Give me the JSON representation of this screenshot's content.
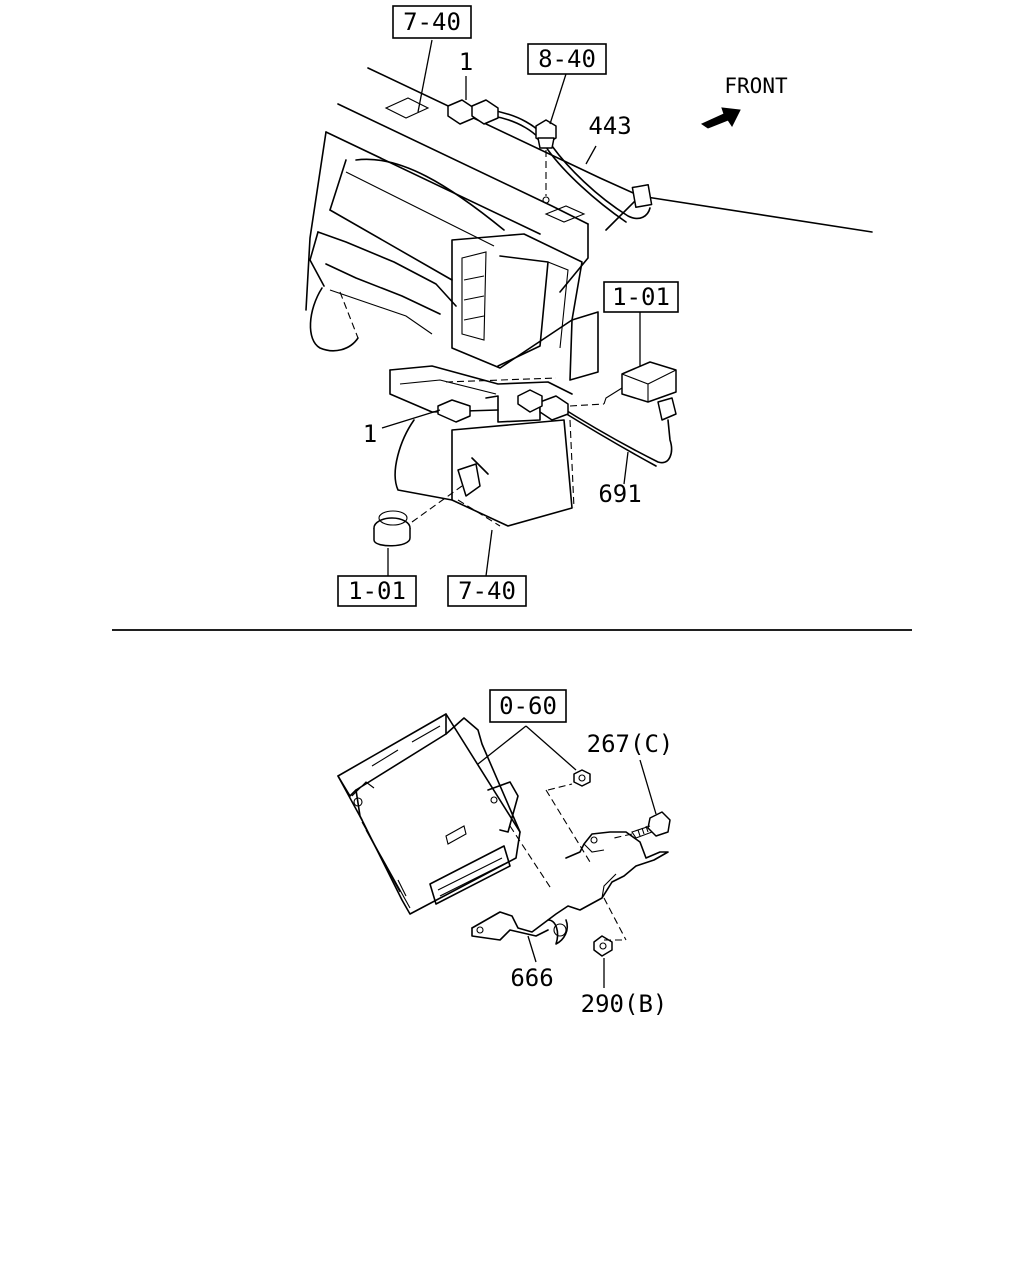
{
  "top_section": {
    "callouts": {
      "ref_7_40_top": "7-40",
      "ref_8_40": "8-40",
      "part_1_top": "1",
      "part_443": "443",
      "front_label": "FRONT",
      "ref_1_01_right": "1-01",
      "part_1_left": "1",
      "part_691": "691",
      "ref_1_01_bottom": "1-01",
      "ref_7_40_bottom": "7-40"
    }
  },
  "bottom_section": {
    "callouts": {
      "ref_0_60": "0-60",
      "part_267c": "267(C)",
      "part_666": "666",
      "part_290b": "290(B)"
    }
  }
}
